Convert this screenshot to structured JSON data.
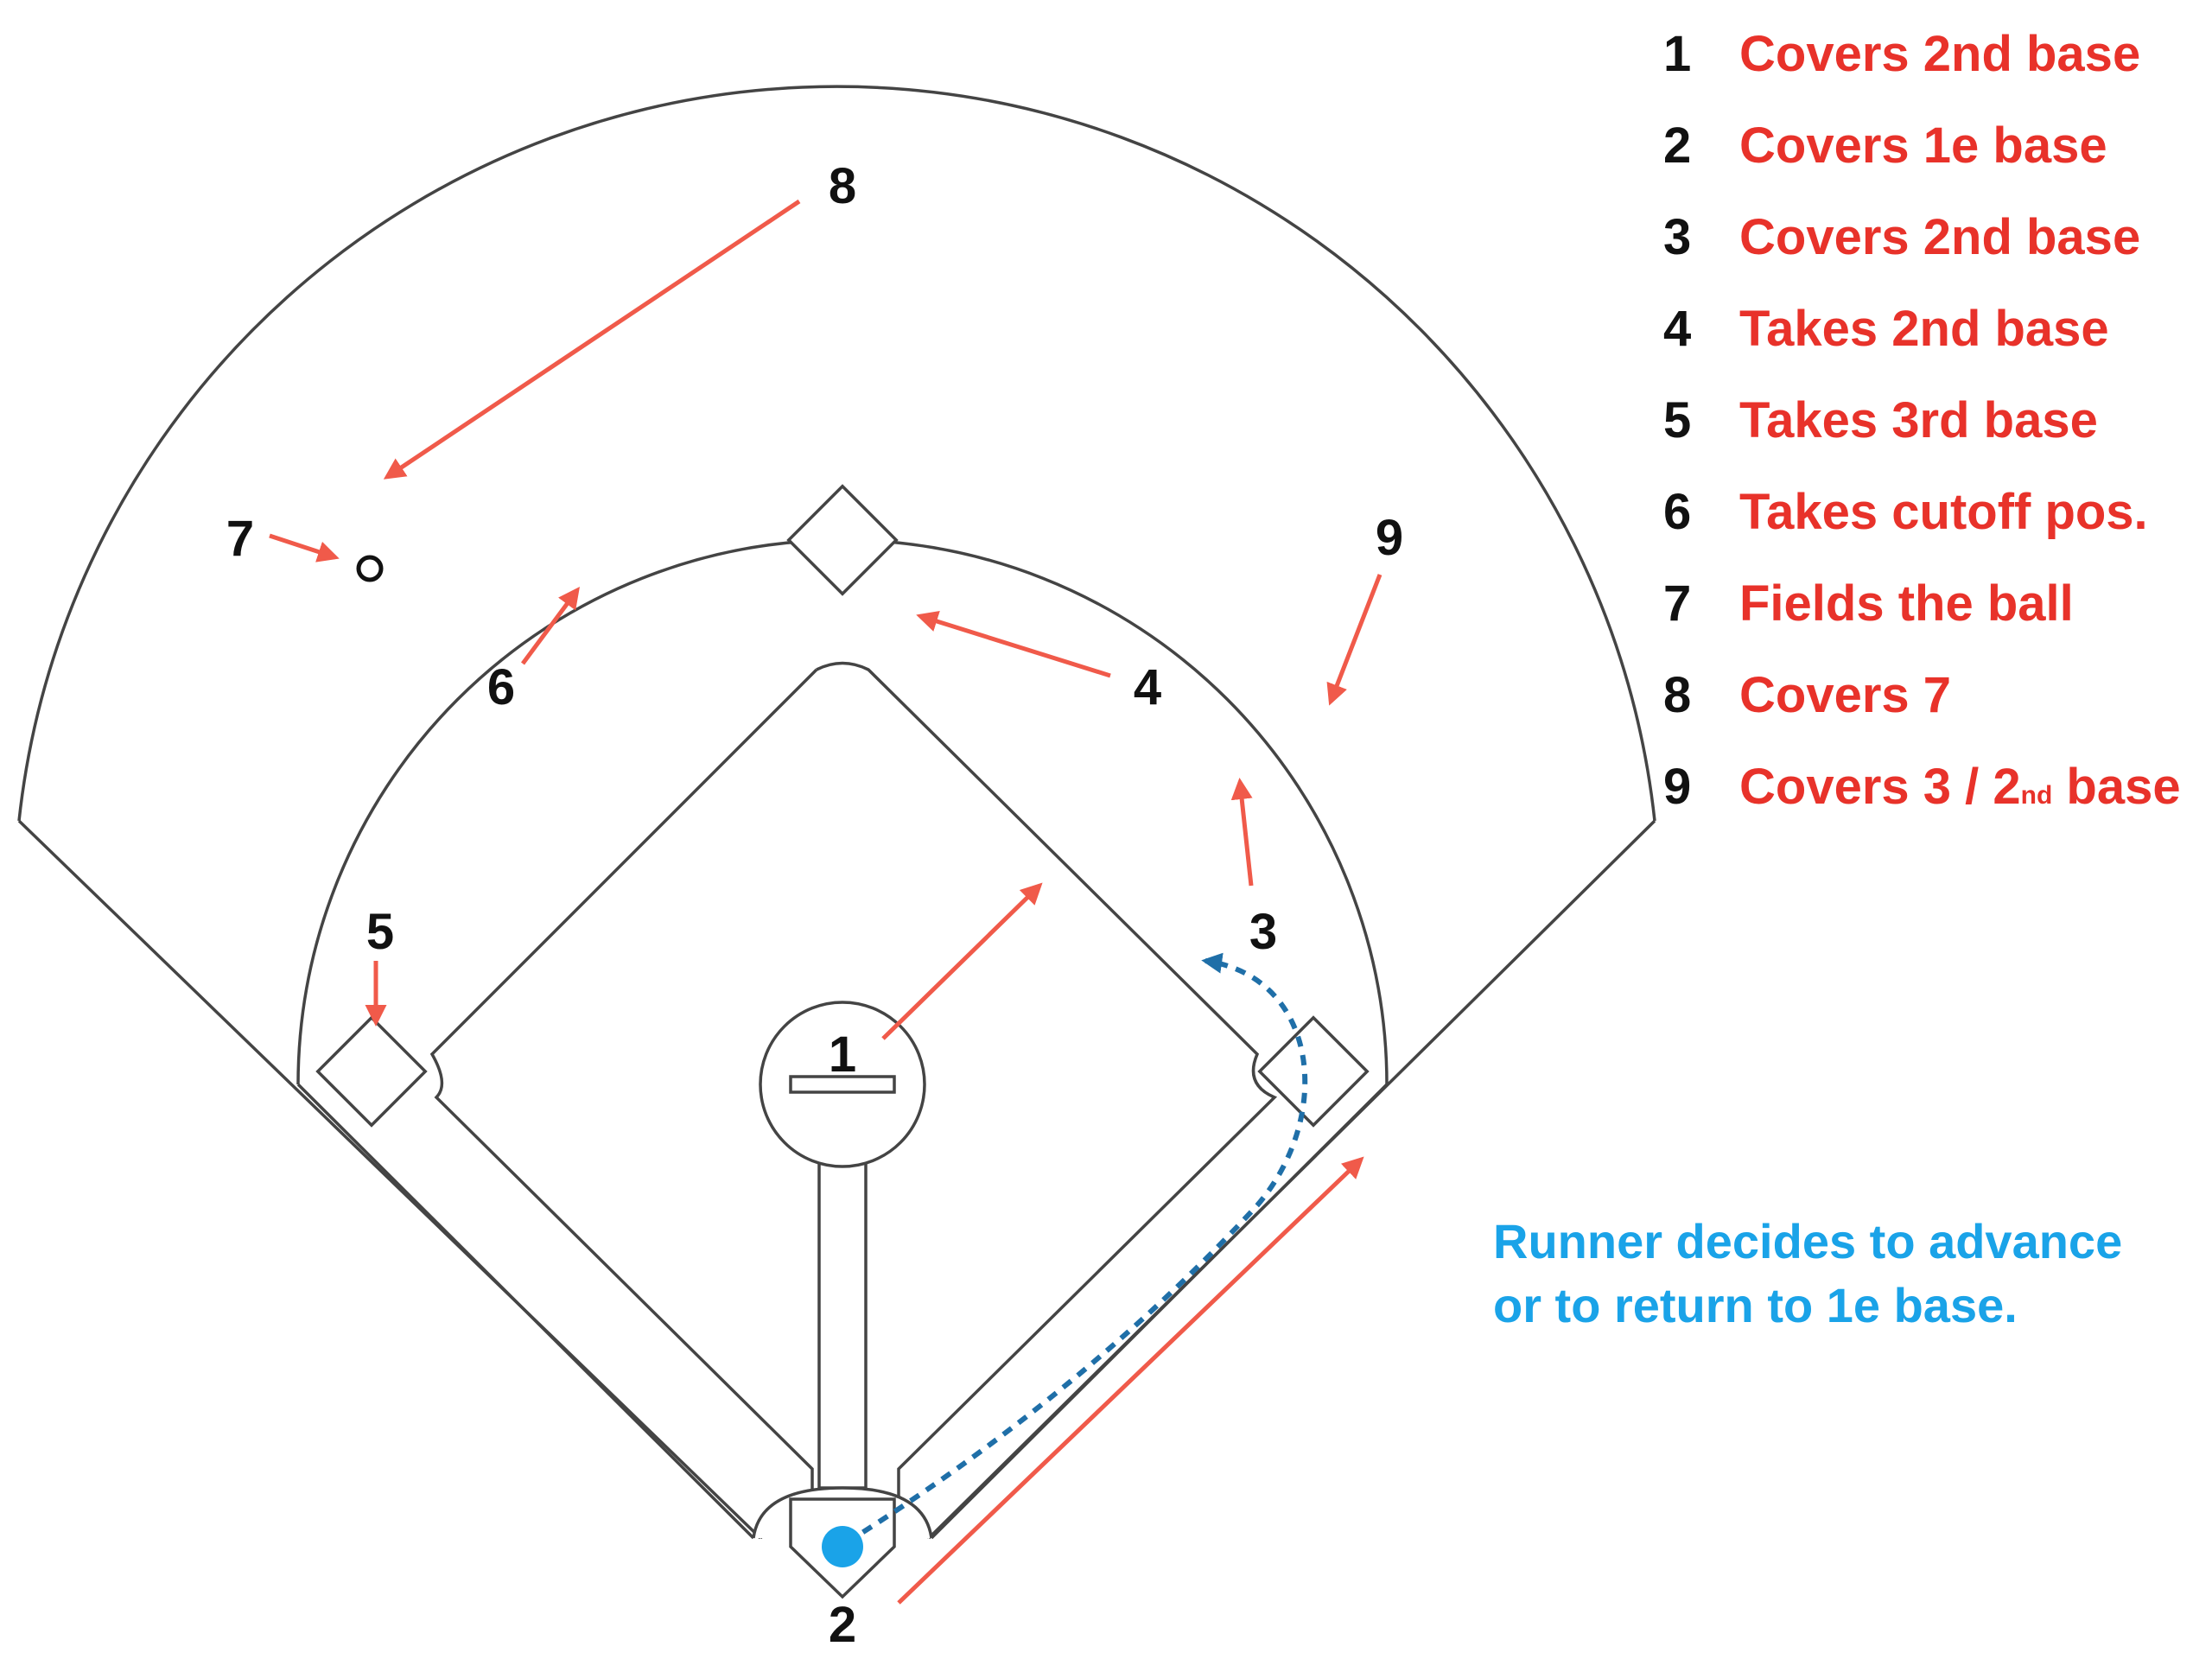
{
  "diagram": {
    "position_labels": {
      "p1": "1",
      "p2": "2",
      "p3": "3",
      "p4": "4",
      "p5": "5",
      "p6": "6",
      "p7": "7",
      "p8": "8",
      "p9": "9"
    },
    "colors": {
      "assignment_text": "#e8322a",
      "arrow": "#f05a4a",
      "runner": "#1aa3e8",
      "runner_path": "#1f6fa8",
      "field_lines": "#444444"
    }
  },
  "legend": [
    {
      "num": "1",
      "text": "Covers 2nd base"
    },
    {
      "num": "2",
      "text": "Covers 1e base"
    },
    {
      "num": "3",
      "text": "Covers 2nd base"
    },
    {
      "num": "4",
      "text": "Takes 2nd base"
    },
    {
      "num": "5",
      "text": "Takes 3rd base"
    },
    {
      "num": "6",
      "text": "Takes cutoff pos."
    },
    {
      "num": "7",
      "text": "Fields the ball"
    },
    {
      "num": "8",
      "text": "Covers 7"
    },
    {
      "num": "9",
      "text": "Covers 3 / 2",
      "sup": "nd",
      "text_after": " base"
    }
  ],
  "runner_note": {
    "line1": "Runner decides to advance",
    "line2": "or to return to 1e base."
  }
}
